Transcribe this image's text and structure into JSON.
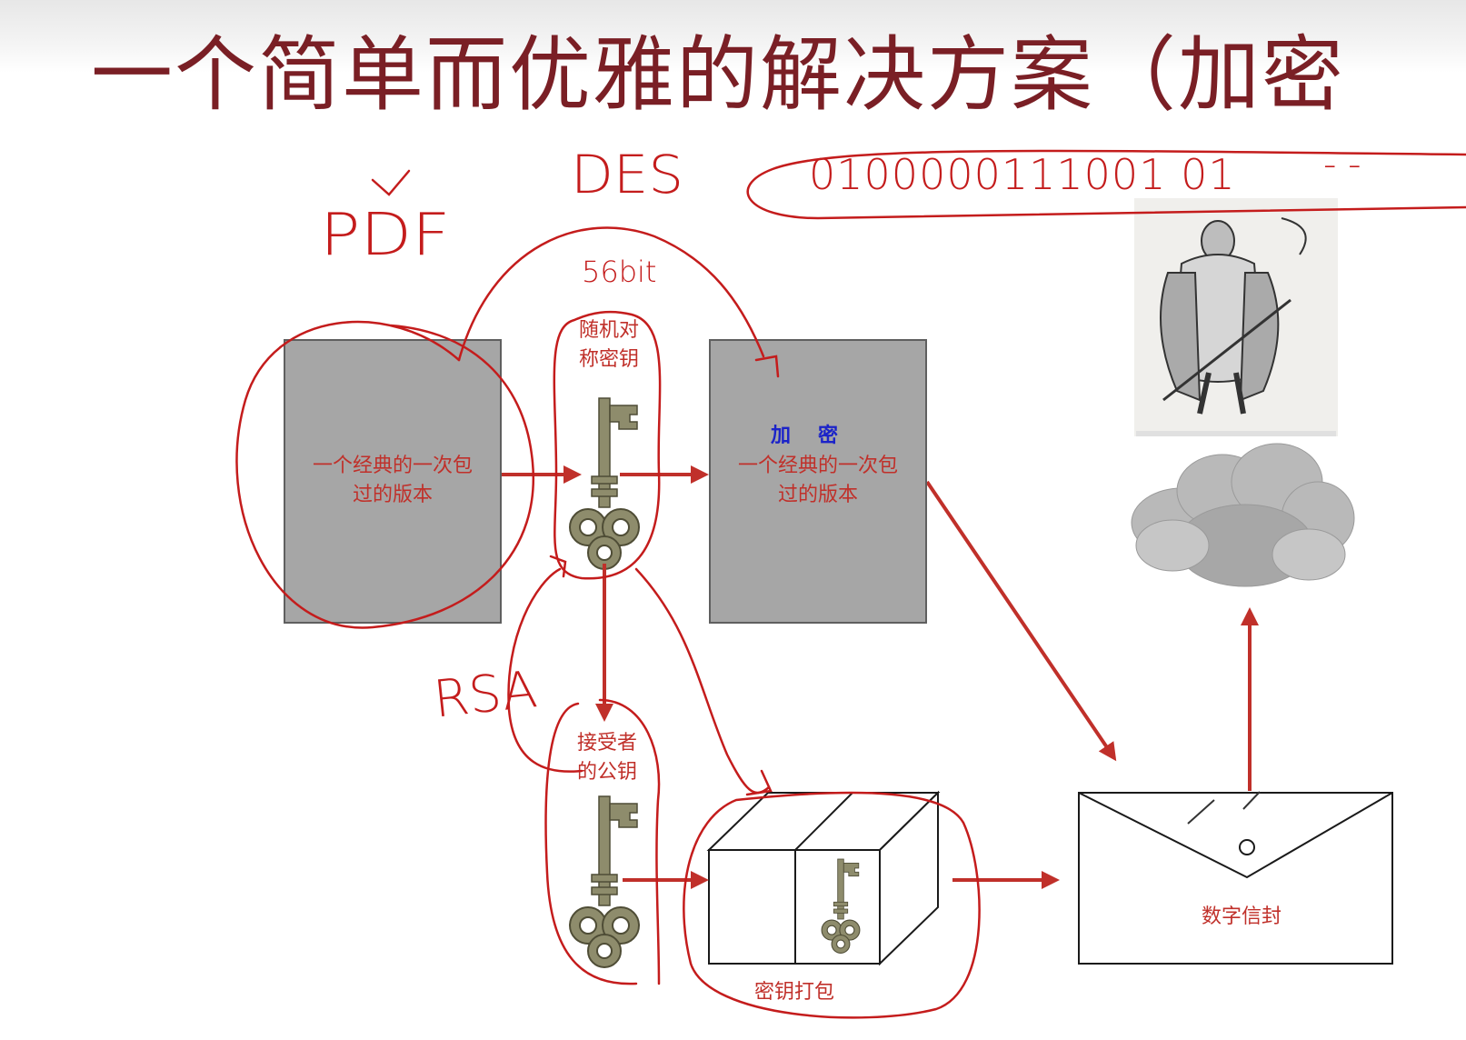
{
  "title": "一个简单而优雅的解决方案（加密",
  "original_doc": {
    "line1": "一个经典的一次包",
    "line2": "过的版本"
  },
  "encrypted_doc": {
    "header": "加密",
    "line1": "一个经典的一次包",
    "line2": "过的版本"
  },
  "sym_key_label": {
    "line1": "随机对",
    "line2": "称密钥"
  },
  "pub_key_label": {
    "line1": "接受者",
    "line2": "的公钥"
  },
  "key_pack_label": "密钥打包",
  "envelope_label": "数字信封",
  "annotations": {
    "pdf": "PDF",
    "des": "DES",
    "key_bits": "56bit",
    "rsa": "RSA",
    "binary": "0100000111001 01",
    "dashes": "- -"
  },
  "colors": {
    "ink": "#c41c1c",
    "text_red": "#c0302a",
    "title": "#7a1f25",
    "blue": "#1b23c9",
    "doc_fill": "#a6a6a6",
    "key": "#8e8c6c"
  },
  "icons": [
    "key-icon",
    "cloud-icon",
    "warrior-image",
    "pen-icon",
    "envelope-icon",
    "box-icon"
  ]
}
